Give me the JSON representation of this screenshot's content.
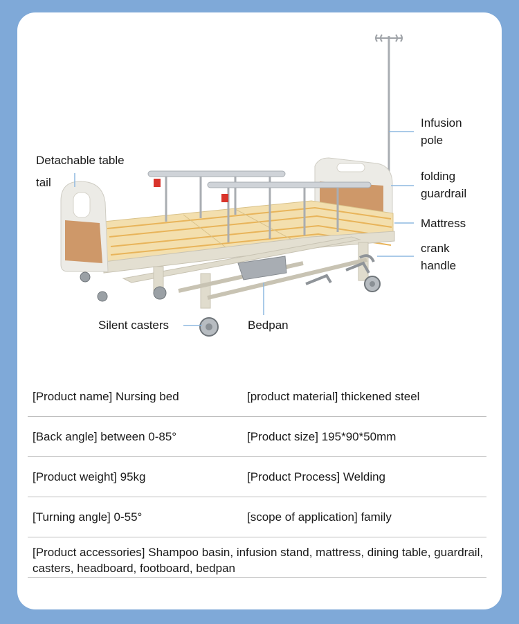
{
  "callouts": {
    "infusion_pole": "Infusion\npole",
    "folding_guardrail": "folding\nguardrail",
    "mattress": "Mattress",
    "crank_handle": "crank\nhandle",
    "table_tail": "Detachable table\ntail",
    "casters": "Silent casters",
    "bedpan": "Bedpan"
  },
  "specs": [
    {
      "left": "[Product name] Nursing bed",
      "right": "[product material] thickened steel"
    },
    {
      "left": "[Back angle] between 0-85°",
      "right": "[Product size] 195*90*50mm"
    },
    {
      "left": "[Product weight] 95kg",
      "right": "[Product Process] Welding"
    },
    {
      "left": "[Turning angle] 0-55°",
      "right": "[scope of application] family"
    }
  ],
  "accessories": "[Product accessories] Shampoo basin, infusion stand, mattress, dining table, guardrail, casters, headboard, footboard, bedpan",
  "colors": {
    "frame": "#7fa9d8",
    "bed": "#eae6d8",
    "mattress": "#f3dfae",
    "stripe": "#e8b45a",
    "panel": "#c98a52",
    "rail": "#cfd3d8",
    "leader": "#8eb8e0"
  }
}
